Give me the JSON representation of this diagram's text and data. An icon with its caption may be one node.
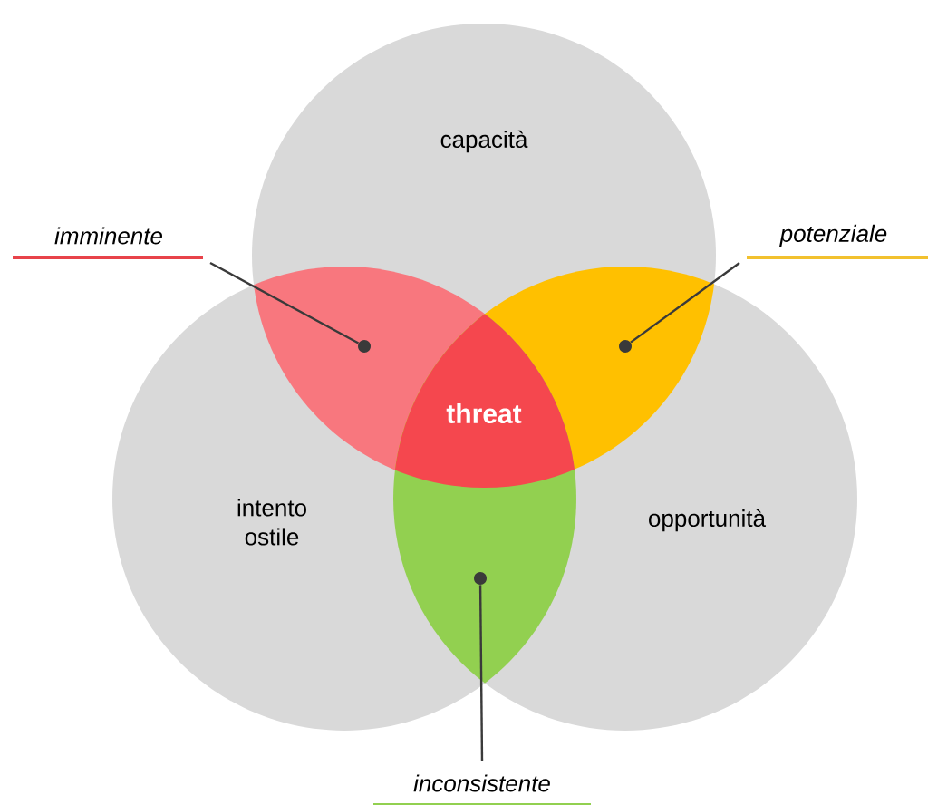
{
  "diagram": {
    "nodes": [
      {
        "text": [
          "capacità"
        ]
      },
      {
        "text": [
          "intento ostile"
        ]
      },
      {
        "text": [
          "opportunità"
        ]
      },
      {
        "text": [
          "threat"
        ]
      },
      {
        "text": [
          "imminente"
        ]
      },
      {
        "text": [
          "potenziale"
        ]
      },
      {
        "text": [
          "inconsistente"
        ]
      },
      {
        "text": [],
        "shape": "circle"
      },
      {
        "text": [],
        "shape": "circle"
      },
      {
        "text": [],
        "shape": "circle"
      }
    ],
    "edges": [
      {
        "from": 4,
        "to": 7,
        "arrow": "none"
      },
      {
        "from": 5,
        "to": 8,
        "arrow": "none"
      },
      {
        "from": 6,
        "to": 9,
        "arrow": "none"
      }
    ]
  }
}
